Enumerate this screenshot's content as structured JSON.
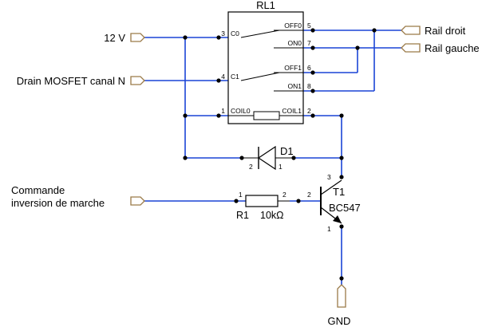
{
  "relay": {
    "ref": "RL1",
    "pins": [
      {
        "num": "3",
        "name": "C0"
      },
      {
        "num": "5",
        "name": "OFF0"
      },
      {
        "num": "7",
        "name": "ON0"
      },
      {
        "num": "4",
        "name": "C1"
      },
      {
        "num": "6",
        "name": "OFF1"
      },
      {
        "num": "8",
        "name": "ON1"
      },
      {
        "num": "1",
        "name": "COIL0"
      },
      {
        "num": "2",
        "name": "COIL1"
      }
    ]
  },
  "ports": {
    "v12": "12 V",
    "drain": "Drain MOSFET canal N",
    "command_line1": "Commande",
    "command_line2": "inversion de marche",
    "rail_droit": "Rail droit",
    "rail_gauche": "Rail gauche",
    "gnd": "GND"
  },
  "diode": {
    "ref": "D1",
    "pin_anode": "2",
    "pin_cathode": "1"
  },
  "resistor": {
    "ref": "R1",
    "value": "10kΩ",
    "pin1": "1",
    "pin2": "2"
  },
  "transistor": {
    "ref": "T1",
    "model": "BC547",
    "pin_base": "2",
    "pin_collector": "3",
    "pin_emitter": "1"
  },
  "colors": {
    "wire": "#1a44d6",
    "component": "#000000",
    "port_outline": "#9a7a48"
  }
}
